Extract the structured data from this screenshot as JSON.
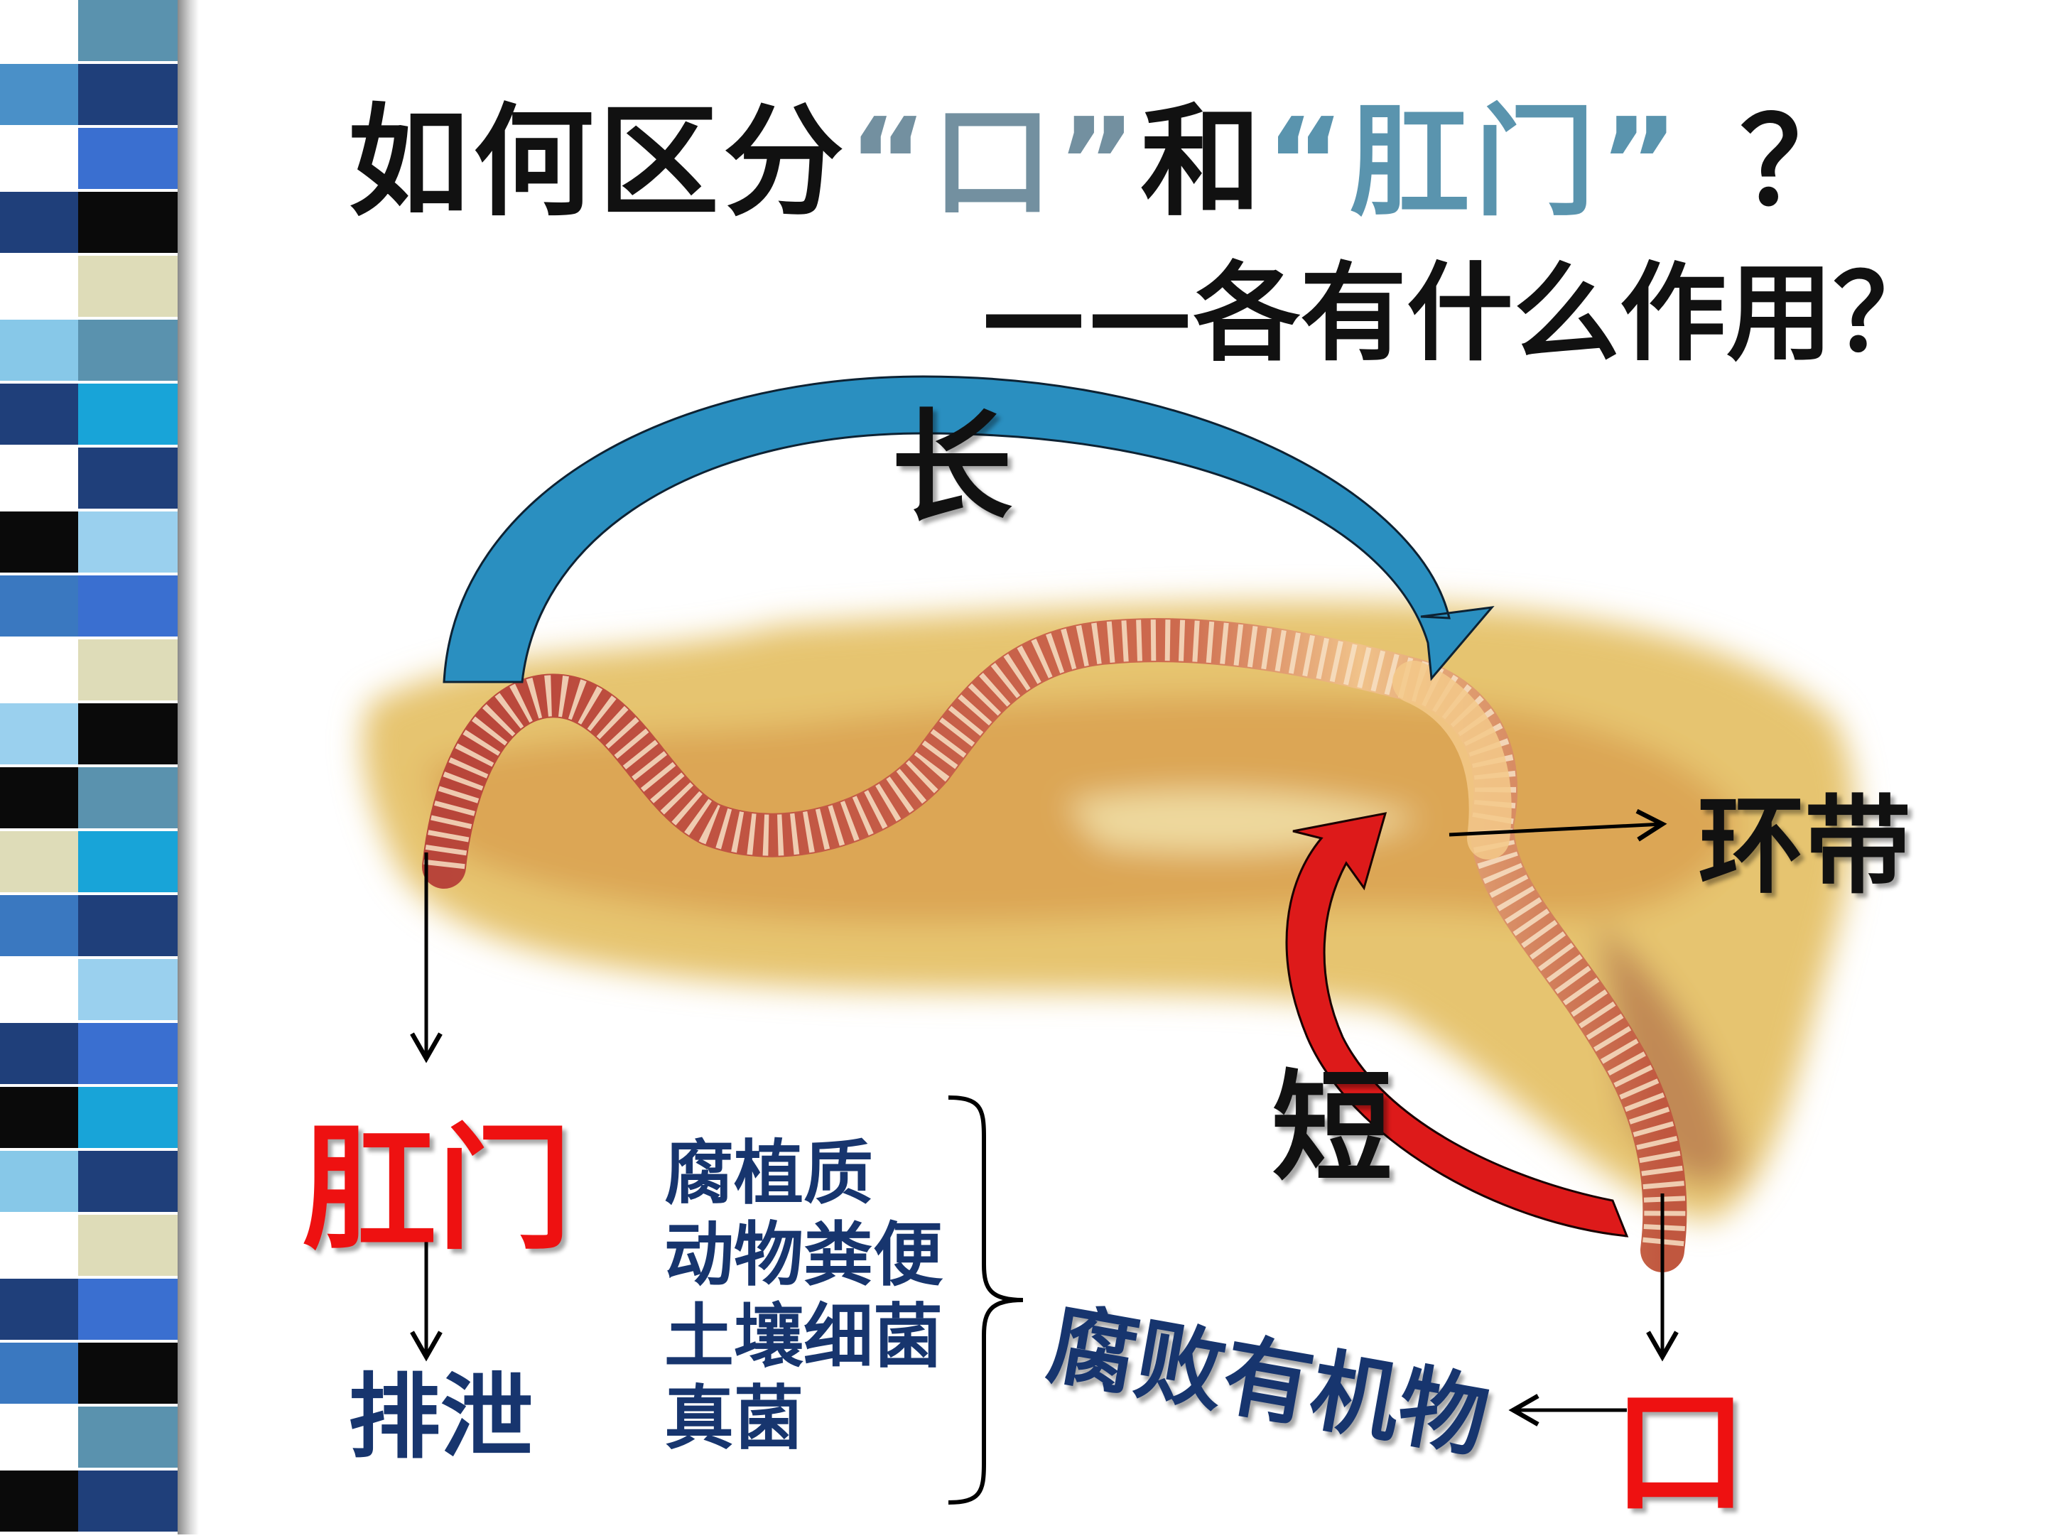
{
  "slide": {
    "title": {
      "part1": "如何区分",
      "quoted_mouth": "“口”",
      "connector": "和",
      "quoted_anus": "“肛门”",
      "question": "？"
    },
    "subtitle": "——各有什么作用？",
    "arrow_labels": {
      "long": "长",
      "short": "短"
    },
    "parts": {
      "clitellum": "环带",
      "anus": "肛门",
      "mouth": "口",
      "excretion": "排泄"
    },
    "food_items": [
      "腐植质",
      "动物粪便",
      "土壤细菌",
      "真菌"
    ],
    "food_summary": "腐败有机物"
  },
  "colors": {
    "title_text": "#111111",
    "quote_mouth": "#7390a0",
    "quote_anus": "#5a94ae",
    "red_label": "#ee1111",
    "navy_label": "#17356e",
    "long_arrow": "#2a8fc0",
    "short_arrow": "#dd1a1a"
  }
}
